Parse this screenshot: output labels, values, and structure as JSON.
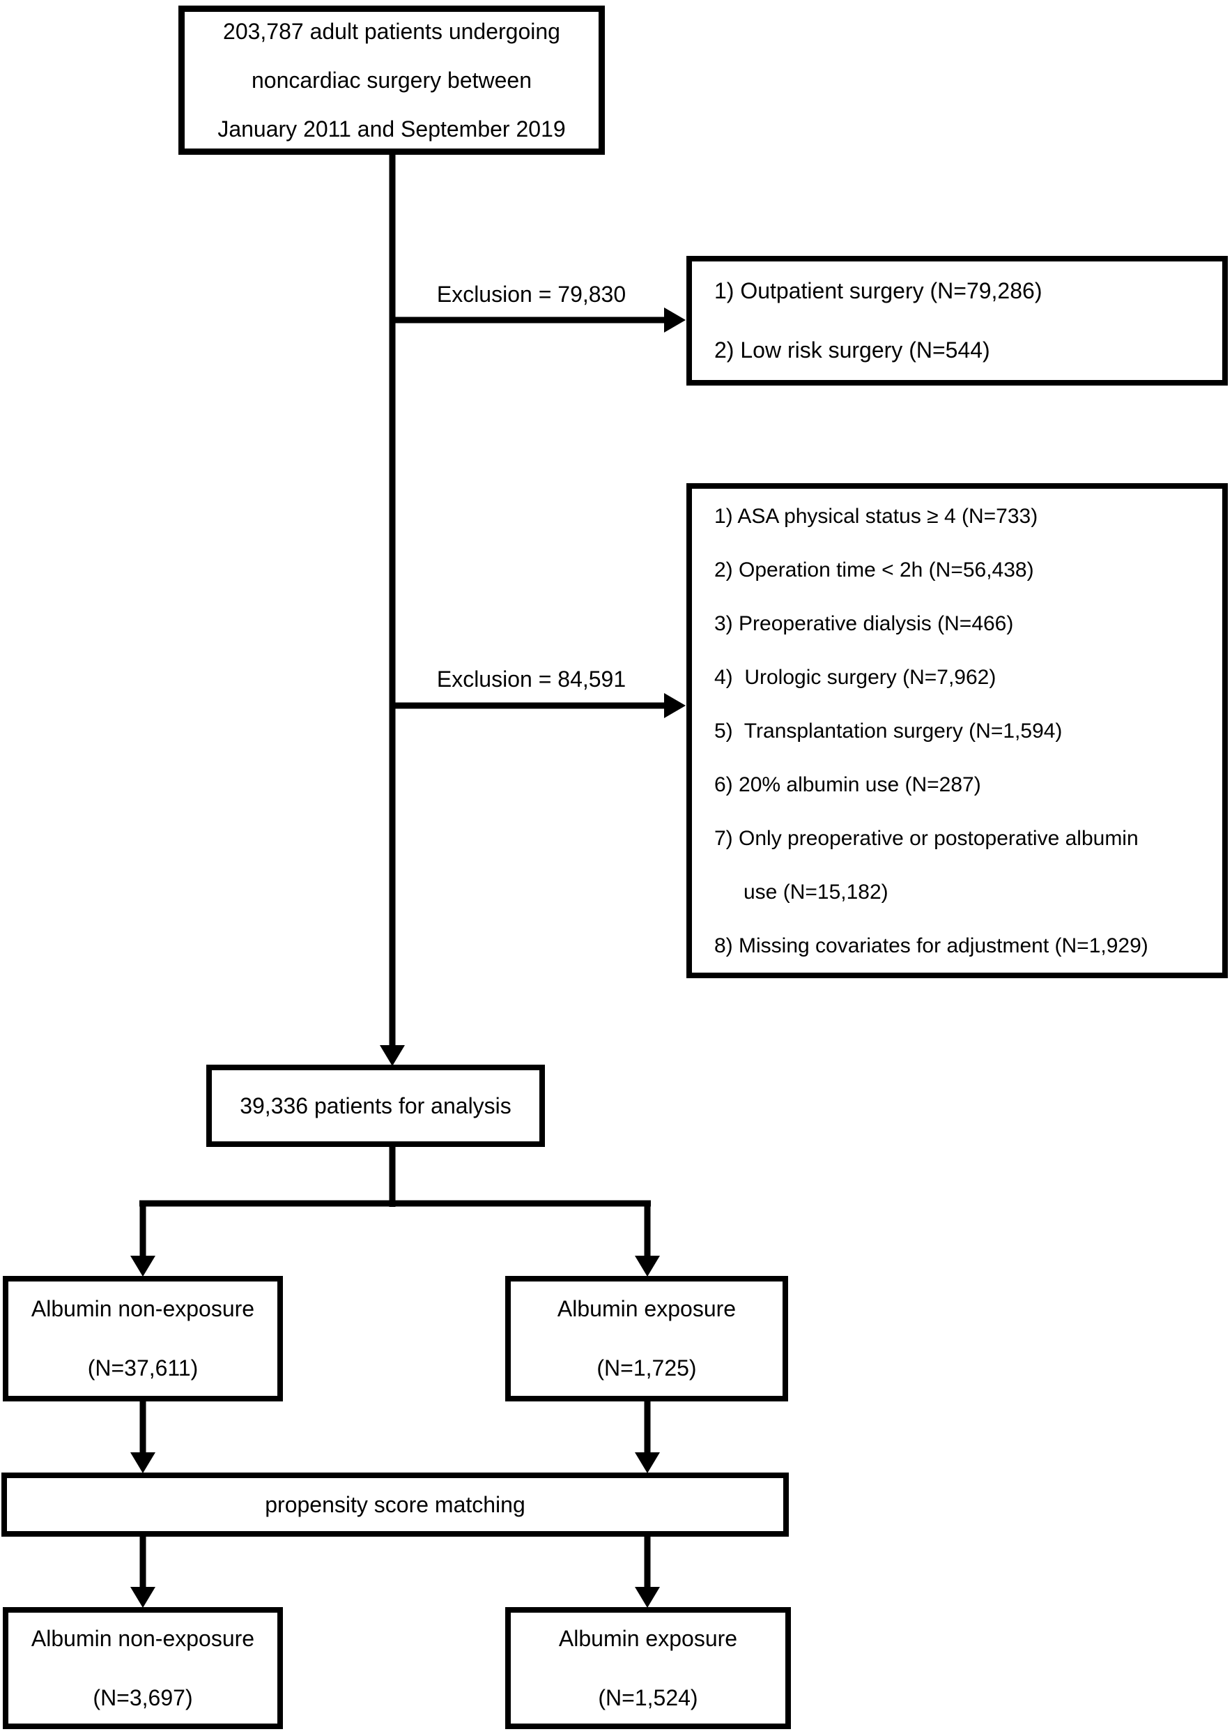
{
  "figure": {
    "enrollment": "203,787 adult patients undergoing\nnoncardiac surgery between\nJanuary 2011 and September 2019",
    "exclusion1": {
      "label": "Exclusion = 79,830",
      "items": [
        "1) Outpatient surgery (N=79,286)",
        "2) Low risk surgery (N=544)"
      ]
    },
    "exclusion2": {
      "label": "Exclusion = 84,591",
      "items": [
        "1) ASA physical status ≥ 4 (N=733)",
        "2) Operation time < 2h (N=56,438)",
        "3) Preoperative dialysis (N=466)",
        "4)  Urologic surgery (N=7,962)",
        "5)  Transplantation surgery (N=1,594)",
        "6) 20% albumin use (N=287)",
        "7) Only preoperative or postoperative albumin\nuse (N=15,182)",
        "8) Missing covariates for adjustment (N=1,929)"
      ]
    },
    "analysis": "39,336 patients for analysis",
    "groups": {
      "non_exposure": "Albumin non-exposure\n(N=37,611)",
      "exposure": "Albumin exposure\n(N=1,725)"
    },
    "matching": "propensity score matching",
    "matched": {
      "non_exposure": "Albumin non-exposure\n(N=3,697)",
      "exposure": "Albumin exposure\n(N=1,524)"
    }
  },
  "colors": {
    "line": "#000000",
    "text": "#000000",
    "background": "#ffffff"
  }
}
